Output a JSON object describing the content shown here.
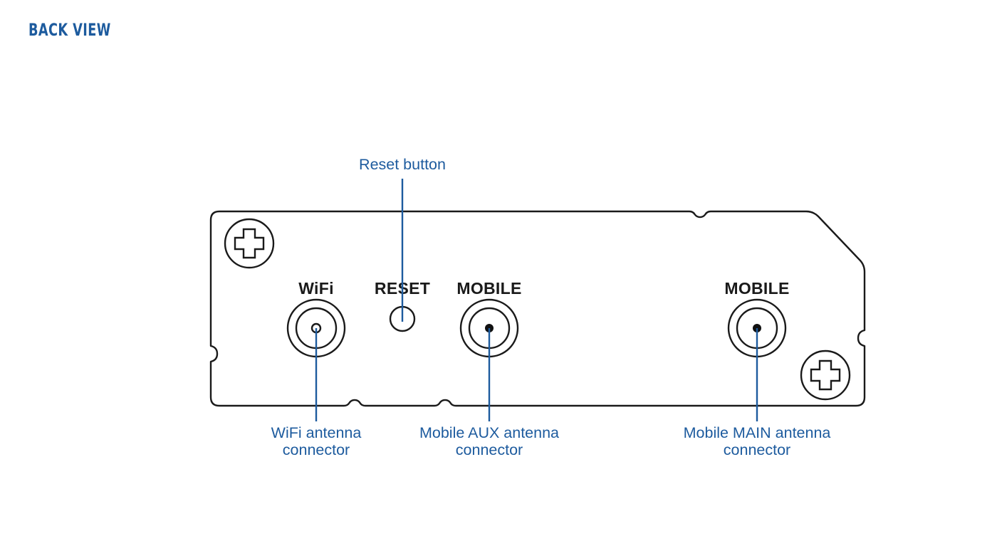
{
  "page": {
    "title": "BACK VIEW",
    "accent_color": "#1d5b9e",
    "line_color": "#1a1a1a",
    "background": "#ffffff"
  },
  "device": {
    "view": "back",
    "port_labels": {
      "wifi": "WiFi",
      "reset": "RESET",
      "mobile_aux": "MOBILE",
      "mobile_main": "MOBILE"
    }
  },
  "callouts": {
    "reset": {
      "text": "Reset button"
    },
    "wifi": {
      "line1": "WiFi antenna",
      "line2": "connector"
    },
    "mobile_aux": {
      "line1": "Mobile AUX antenna",
      "line2": "connector"
    },
    "mobile_main": {
      "line1": "Mobile MAIN antenna",
      "line2": "connector"
    }
  }
}
